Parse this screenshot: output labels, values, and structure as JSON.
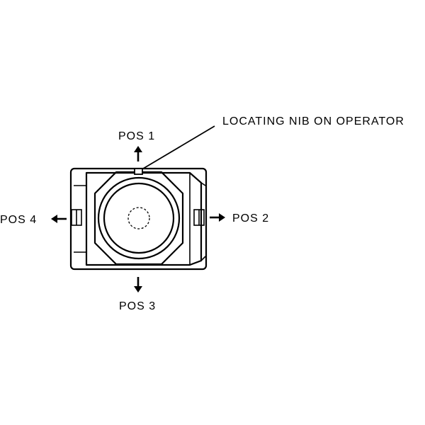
{
  "labels": {
    "callout": "LOCATING NIB ON OPERATOR",
    "pos1": "POS 1",
    "pos2": "POS 2",
    "pos3": "POS 3",
    "pos4": "POS 4"
  },
  "colors": {
    "line": "#000000",
    "background": "#ffffff"
  }
}
